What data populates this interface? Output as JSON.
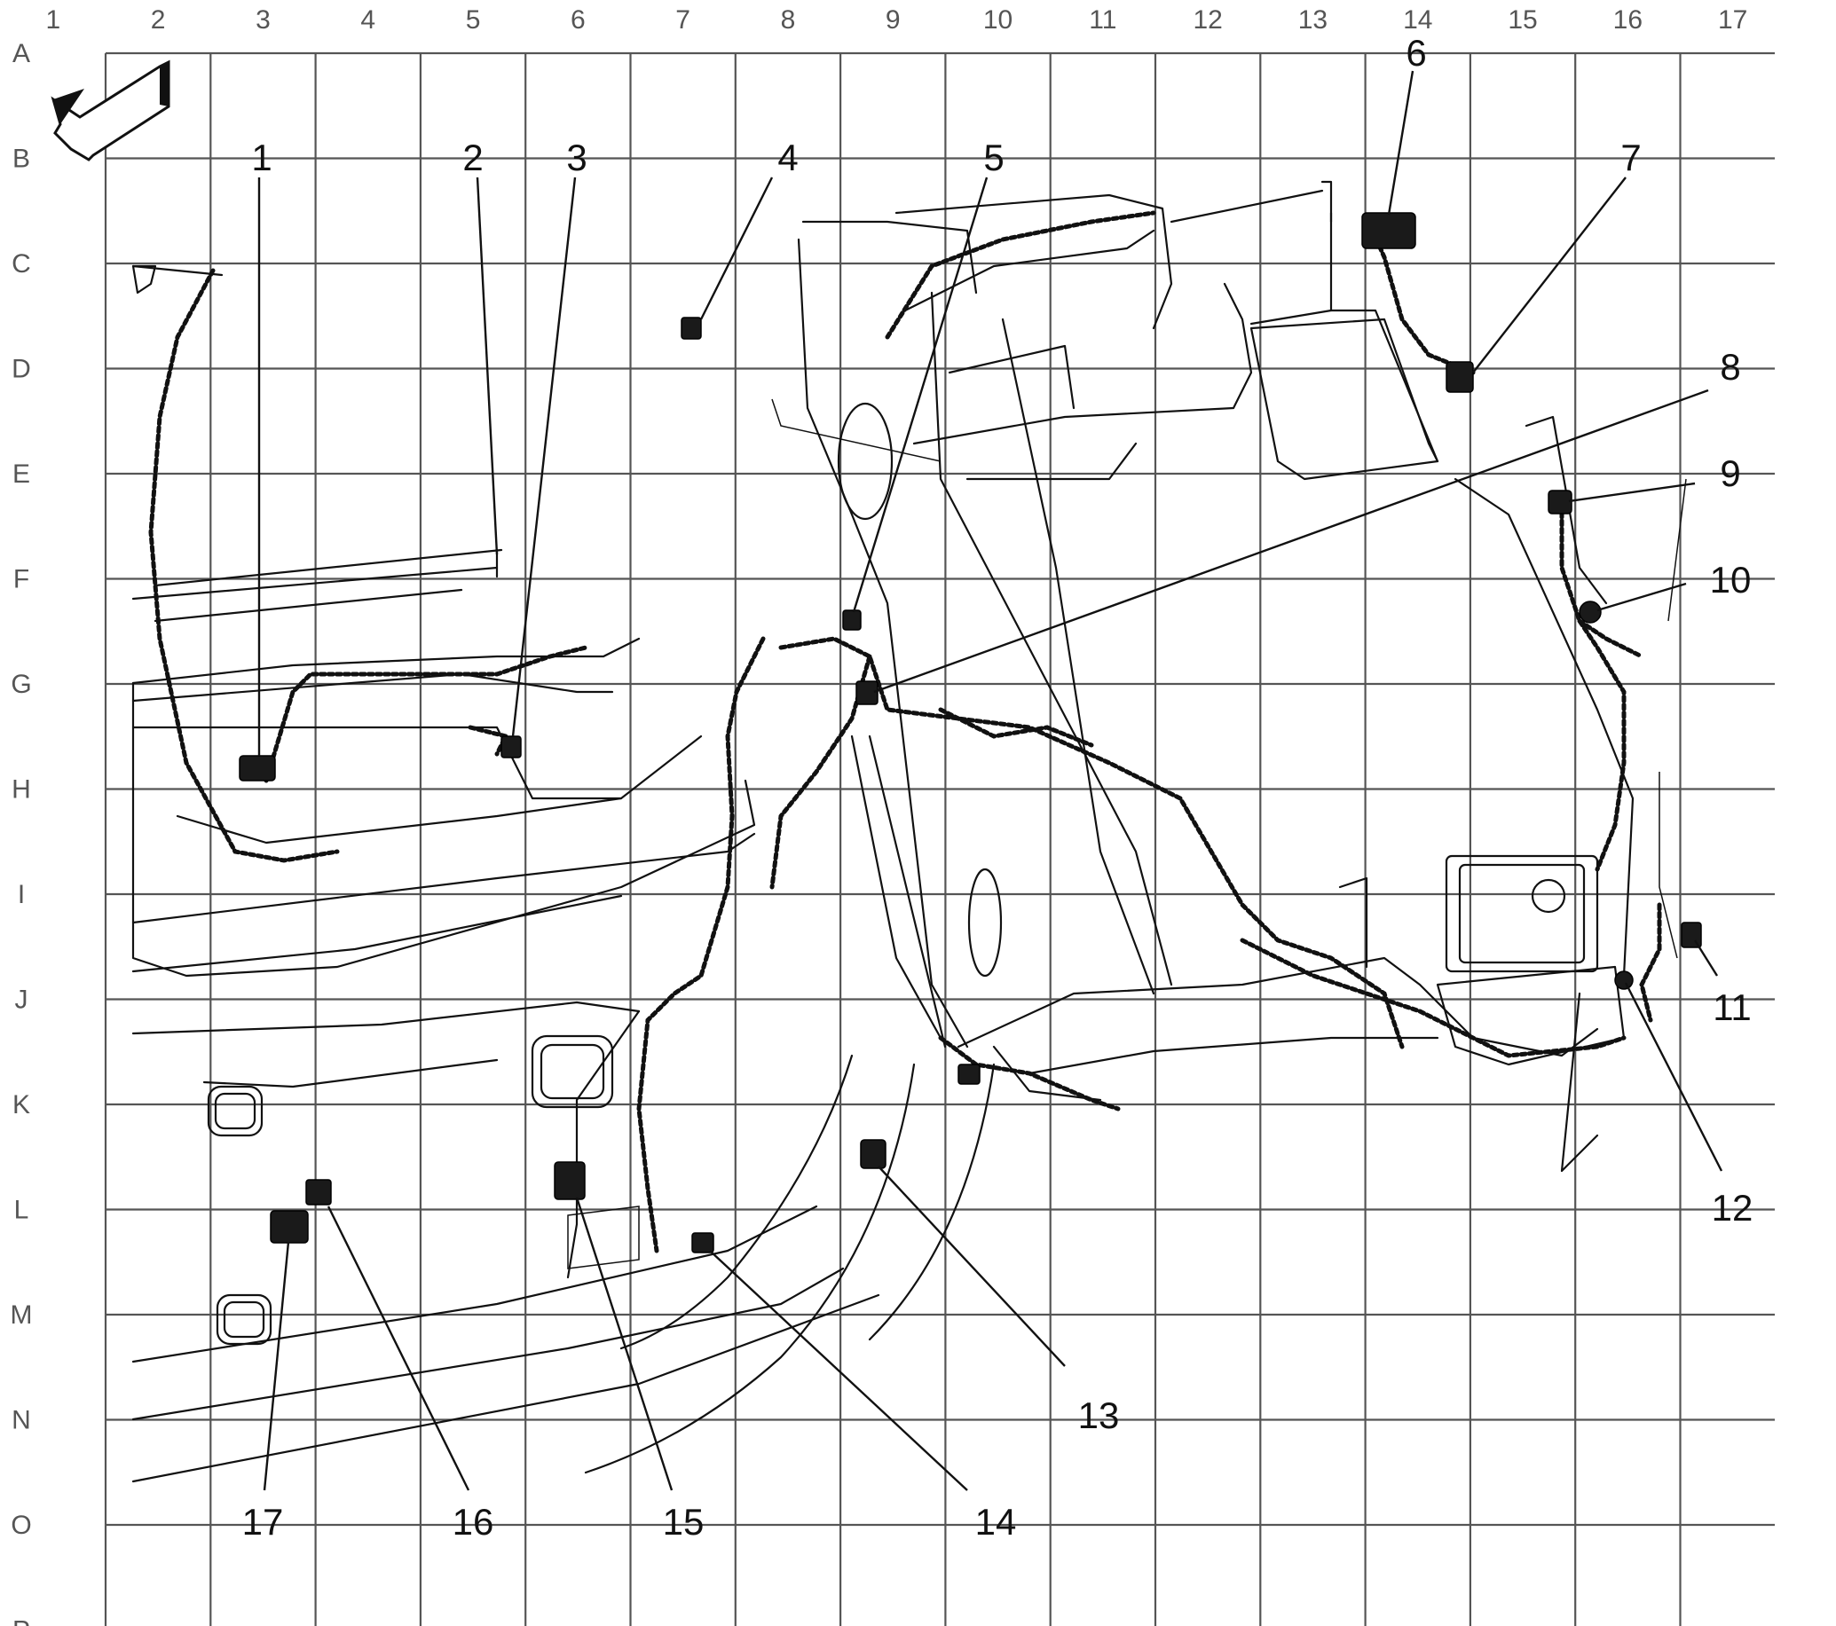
{
  "grid": {
    "columns": [
      "1",
      "2",
      "3",
      "4",
      "5",
      "6",
      "7",
      "8",
      "9",
      "10",
      "11",
      "12",
      "13",
      "14",
      "15",
      "16",
      "17"
    ],
    "rows": [
      "A",
      "B",
      "C",
      "D",
      "E",
      "F",
      "G",
      "H",
      "I",
      "J",
      "K",
      "L",
      "M",
      "N",
      "O",
      "P"
    ]
  },
  "callouts": [
    "1",
    "2",
    "3",
    "4",
    "5",
    "6",
    "7",
    "8",
    "9",
    "10",
    "11",
    "12",
    "13",
    "14",
    "15",
    "16",
    "17"
  ],
  "icons": {
    "orientation_arrow": "front-direction-arrow-icon",
    "connector": "electrical-connector-icon"
  },
  "colors": {
    "grid": "#555555",
    "linework": "#111111",
    "background": "#ffffff"
  }
}
